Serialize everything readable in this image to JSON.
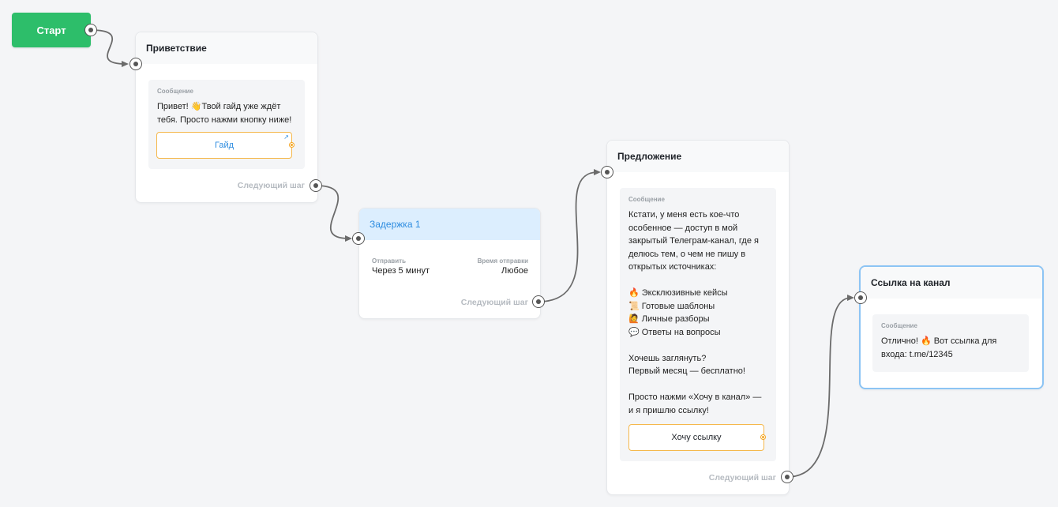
{
  "start": {
    "label": "Старт"
  },
  "greeting": {
    "title": "Приветствие",
    "message_label": "Сообщение",
    "message_text": "Привет! 👋Твой гайд уже ждёт\nтебя. Просто нажми кнопку ниже!",
    "button_label": "Гайд",
    "next_label": "Следующий шаг"
  },
  "delay": {
    "title": "Задержка 1",
    "send_label": "Отправить",
    "send_value": "Через 5 минут",
    "time_label": "Время отправки",
    "time_value": "Любое",
    "next_label": "Следующий шаг"
  },
  "offer": {
    "title": "Предложение",
    "message_label": "Сообщение",
    "message_text": "Кстати, у меня есть кое-что\nособенное — доступ в мой\nзакрытый Телеграм-канал, где я\nделюсь тем, о чем не пишу в\nоткрытых источниках:\n\n🔥 Эксклюзивные кейсы\n📜 Готовые шаблоны\n🙋 Личные разборы\n💬 Ответы на вопросы\n\nХочешь заглянуть?\nПервый месяц — бесплатно!\n\nПросто нажми «Хочу в канал» —\nи я пришлю ссылку!",
    "button_label": "Хочу ссылку",
    "next_label": "Следующий шаг"
  },
  "channel_link": {
    "title": "Ссылка на канал",
    "message_label": "Сообщение",
    "message_text": "Отлично! 🔥 Вот ссылка для\nвхода: t.me/12345"
  },
  "colors": {
    "start_green": "#2dbe6a",
    "accent_blue": "#2d8ce0",
    "button_border": "#f5b84c",
    "wire": "#6b6b6b"
  }
}
